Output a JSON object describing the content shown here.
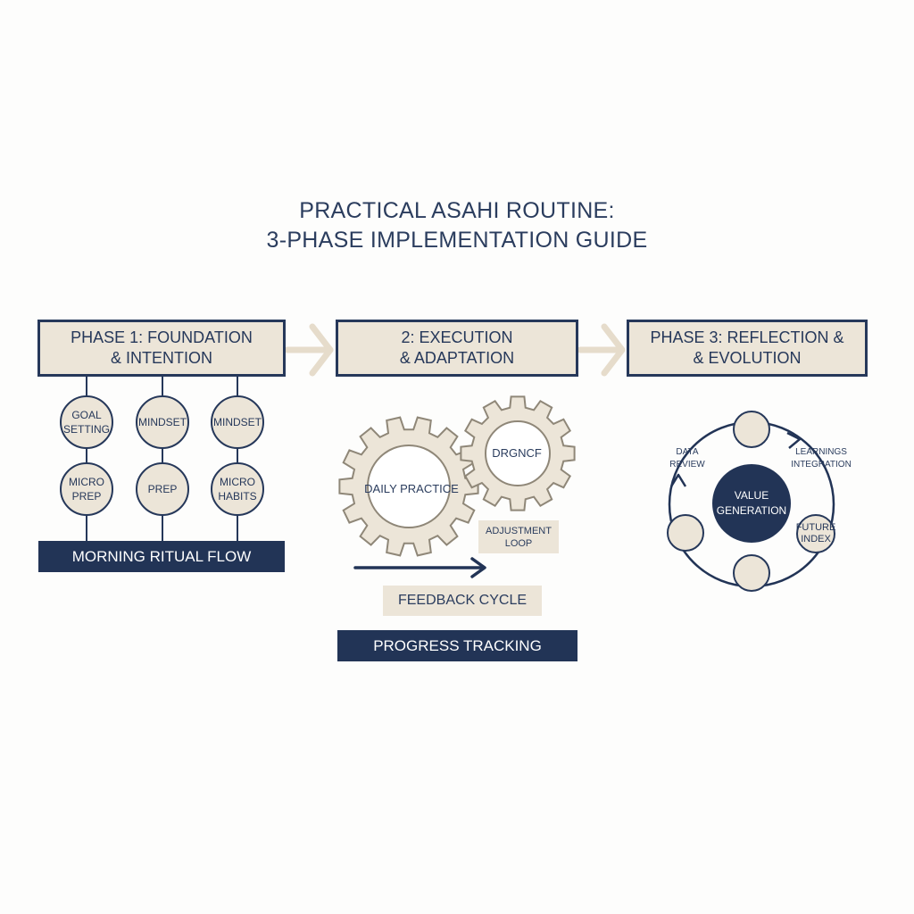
{
  "title": {
    "line1": "PRACTICAL ASAHI ROUTINE:",
    "line2": "3-PHASE IMPLEMENTATION GUIDE"
  },
  "phase1": {
    "line1": "PHASE 1: FOUNDATION",
    "line2": "& INTENTION",
    "nodes": [
      {
        "line1": "GOAL",
        "line2": "SETTING"
      },
      {
        "line1": "MINDSET",
        "line2": ""
      },
      {
        "line1": "MINDSET",
        "line2": ""
      },
      {
        "line1": "MICRO",
        "line2": "PREP"
      },
      {
        "line1": "PREP",
        "line2": ""
      },
      {
        "line1": "MICRO",
        "line2": "HABITS"
      }
    ],
    "footer": "MORNING RITUAL FLOW"
  },
  "phase2": {
    "line1": "2: EXECUTION",
    "line2": "& ADAPTATION",
    "gear_large": "DAILY PRACTICE",
    "gear_small": "DRGNCF",
    "adjustment_line1": "ADJUSTMENT",
    "adjustment_line2": "LOOP",
    "feedback": "FEEDBACK CYCLE",
    "footer": "PROGRESS TRACKING"
  },
  "phase3": {
    "line1": "PHASE 3: REFLECTION &",
    "line2": "& EVOLUTION",
    "center_line1": "VALUE",
    "center_line2": "GENERATION",
    "data_review_line1": "DATA",
    "data_review_line2": "REVIEW",
    "learnings_line1": "LEARNINGS",
    "learnings_line2": "INTEGRATION",
    "future_line1": "FUTURE",
    "future_line2": "INDEX"
  },
  "colors": {
    "navy": "#223456",
    "beige": "#ece5d8",
    "arrow_beige": "#e6dccb"
  }
}
